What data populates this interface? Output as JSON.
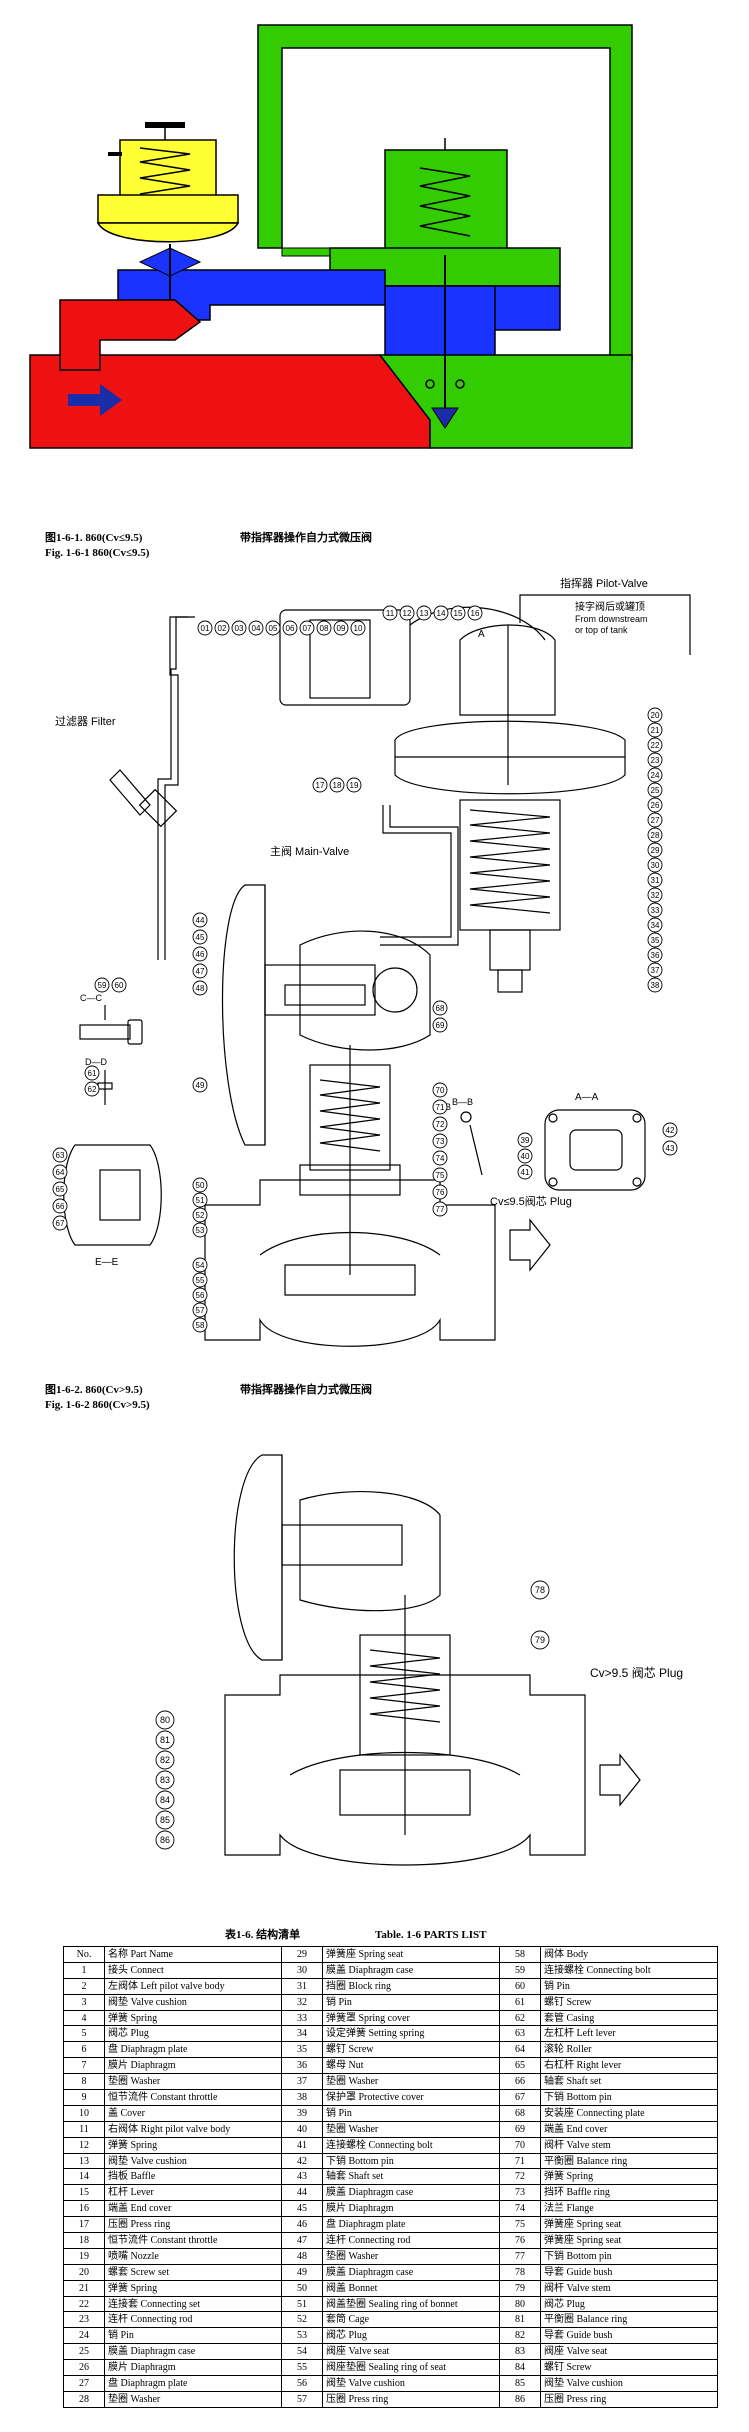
{
  "fig1": {
    "caption_cn": "图1-6-1.    860(Cv≤9.5)",
    "caption_en": "Fig. 1-6-1    860(Cv≤9.5)",
    "title_cn": "带指挥器操作自力式微压阀",
    "labels": {
      "pilot_valve": "指挥器 Pilot-Valve",
      "downstream_cn": "接字阀后或罐顶",
      "downstream_en1": "From downstream",
      "downstream_en2": "or top of tank",
      "filter": "过滤器 Filter",
      "main_valve": "主阀 Main-Valve",
      "plug": "Cv≤9.5阀芯 Plug",
      "section_aa": "A—A",
      "section_bb": "B—B",
      "section_cc": "C—C",
      "section_dd": "D—D",
      "section_ee": "E—E",
      "mark_a": "A",
      "mark_b": "B"
    },
    "callouts_top": [
      "01",
      "02",
      "03",
      "04",
      "05",
      "06",
      "07",
      "08",
      "09",
      "10",
      "11",
      "12",
      "13",
      "14",
      "15",
      "16"
    ],
    "callouts_right": [
      "20",
      "21",
      "22",
      "23",
      "24",
      "25",
      "26",
      "27",
      "28",
      "29",
      "30",
      "31",
      "32",
      "33",
      "34",
      "35",
      "36",
      "37",
      "38"
    ],
    "callouts_bottom": [
      "17",
      "18",
      "19"
    ],
    "callouts_left_main": [
      "44",
      "45",
      "46",
      "47",
      "48",
      "49"
    ],
    "callouts_left_body": [
      "50",
      "51",
      "52",
      "53",
      "54",
      "55",
      "56",
      "57",
      "58"
    ],
    "callouts_cc": [
      "59",
      "60"
    ],
    "callouts_dd": [
      "61",
      "62"
    ],
    "callouts_ee": [
      "63",
      "64",
      "65",
      "66",
      "67"
    ],
    "callouts_center": [
      "68",
      "69",
      "70",
      "71",
      "72",
      "73",
      "74",
      "75",
      "76",
      "77"
    ],
    "callouts_bb": [
      "39",
      "40",
      "41"
    ],
    "callouts_aa": [
      "42",
      "43"
    ]
  },
  "fig2": {
    "caption_cn": "图1-6-2.    860(Cv>9.5)",
    "caption_en": "Fig. 1-6-2    860(Cv>9.5)",
    "title_cn": "带指挥器操作自力式微压阀",
    "plug_label": "Cv>9.5 阀芯 Plug",
    "callouts_right": [
      "78",
      "79"
    ],
    "callouts_left": [
      "80",
      "81",
      "82",
      "83",
      "84",
      "85",
      "86"
    ]
  },
  "table": {
    "title_cn": "表1-6.  结构清单",
    "title_en": "Table. 1-6 PARTS LIST",
    "rows": [
      [
        [
          "No.",
          "名称 Part Name"
        ],
        [
          "29",
          "弹簧座 Spring seat"
        ],
        [
          "58",
          "阀体 Body"
        ]
      ],
      [
        [
          "1",
          "接头 Connect"
        ],
        [
          "30",
          "膜盖 Diaphragm case"
        ],
        [
          "59",
          "连接螺栓 Connecting bolt"
        ]
      ],
      [
        [
          "2",
          "左阀体 Left pilot valve body"
        ],
        [
          "31",
          "挡圈 Block ring"
        ],
        [
          "60",
          "销 Pin"
        ]
      ],
      [
        [
          "3",
          "阀垫 Valve cushion"
        ],
        [
          "32",
          "销 Pin"
        ],
        [
          "61",
          "螺钉 Screw"
        ]
      ],
      [
        [
          "4",
          "弹簧 Spring"
        ],
        [
          "33",
          "弹簧罩 Spring cover"
        ],
        [
          "62",
          "套管 Casing"
        ]
      ],
      [
        [
          "5",
          "阀芯 Plug"
        ],
        [
          "34",
          "设定弹簧 Setting spring"
        ],
        [
          "63",
          "左杠杆 Left lever"
        ]
      ],
      [
        [
          "6",
          "盘 Diaphragm plate"
        ],
        [
          "35",
          "螺钉 Screw"
        ],
        [
          "64",
          "滚轮 Roller"
        ]
      ],
      [
        [
          "7",
          "膜片 Diaphragm"
        ],
        [
          "36",
          "螺母 Nut"
        ],
        [
          "65",
          "右杠杆 Right lever"
        ]
      ],
      [
        [
          "8",
          "垫圈 Washer"
        ],
        [
          "37",
          "垫圈 Washer"
        ],
        [
          "66",
          "轴套 Shaft set"
        ]
      ],
      [
        [
          "9",
          "恒节流件 Constant throttle"
        ],
        [
          "38",
          "保护罩 Protective cover"
        ],
        [
          "67",
          "下销 Bottom pin"
        ]
      ],
      [
        [
          "10",
          "盖 Cover"
        ],
        [
          "39",
          "销 Pin"
        ],
        [
          "68",
          "安装座 Connecting plate"
        ]
      ],
      [
        [
          "11",
          "右阀体 Right pilot valve body"
        ],
        [
          "40",
          "垫圈 Washer"
        ],
        [
          "69",
          "端盖 End cover"
        ]
      ],
      [
        [
          "12",
          "弹簧 Spring"
        ],
        [
          "41",
          "连接螺栓 Connecting bolt"
        ],
        [
          "70",
          "阀杆 Valve stem"
        ]
      ],
      [
        [
          "13",
          "阀垫 Valve cushion"
        ],
        [
          "42",
          "下销 Bottom pin"
        ],
        [
          "71",
          "平衡圈 Balance ring"
        ]
      ],
      [
        [
          "14",
          "挡板 Baffle"
        ],
        [
          "43",
          "轴套 Shaft set"
        ],
        [
          "72",
          "弹簧 Spring"
        ]
      ],
      [
        [
          "15",
          "杠杆 Lever"
        ],
        [
          "44",
          "膜盖 Diaphragm case"
        ],
        [
          "73",
          "挡环 Baffle ring"
        ]
      ],
      [
        [
          "16",
          "端盖 End cover"
        ],
        [
          "45",
          "膜片 Diaphragm"
        ],
        [
          "74",
          "法兰 Flange"
        ]
      ],
      [
        [
          "17",
          "压圈 Press ring"
        ],
        [
          "46",
          "盘 Diaphragm plate"
        ],
        [
          "75",
          "弹簧座 Spring seat"
        ]
      ],
      [
        [
          "18",
          "恒节流件 Constant throttle"
        ],
        [
          "47",
          "连杆 Connecting rod"
        ],
        [
          "76",
          "弹簧座 Spring seat"
        ]
      ],
      [
        [
          "19",
          "喷嘴 Nozzle"
        ],
        [
          "48",
          "垫圈 Washer"
        ],
        [
          "77",
          "下销 Bottom pin"
        ]
      ],
      [
        [
          "20",
          "螺套 Screw set"
        ],
        [
          "49",
          "膜盖 Diaphragm case"
        ],
        [
          "78",
          "导套 Guide bush"
        ]
      ],
      [
        [
          "21",
          "弹簧 Spring"
        ],
        [
          "50",
          "阀盖 Bonnet"
        ],
        [
          "79",
          "阀杆 Valve stem"
        ]
      ],
      [
        [
          "22",
          "连接套 Connecting set"
        ],
        [
          "51",
          "阀盖垫圈 Sealing ring of bonnet"
        ],
        [
          "80",
          "阀芯 Plug"
        ]
      ],
      [
        [
          "23",
          "连杆 Connecting rod"
        ],
        [
          "52",
          "套筒 Cage"
        ],
        [
          "81",
          "平衡圈 Balance ring"
        ]
      ],
      [
        [
          "24",
          "销 Pin"
        ],
        [
          "53",
          "阀芯 Plug"
        ],
        [
          "82",
          "导套 Guide bush"
        ]
      ],
      [
        [
          "25",
          "膜盖 Diaphragm case"
        ],
        [
          "54",
          "阀座 Valve seat"
        ],
        [
          "83",
          "阀座 Valve seat"
        ]
      ],
      [
        [
          "26",
          "膜片 Diaphragm"
        ],
        [
          "55",
          "阀座垫圈 Sealing ring of seat"
        ],
        [
          "84",
          "螺钉 Screw"
        ]
      ],
      [
        [
          "27",
          "盘 Diaphragm plate"
        ],
        [
          "56",
          "阀垫 Valve cushion"
        ],
        [
          "85",
          "阀垫 Valve cushion"
        ]
      ],
      [
        [
          "28",
          "垫圈 Washer"
        ],
        [
          "57",
          "压圈 Press ring"
        ],
        [
          "86",
          "压圈 Press ring"
        ]
      ]
    ]
  },
  "colors": {
    "yellow": "#ffff33",
    "green": "#33cc00",
    "blue": "#1a33ff",
    "red": "#ee1111",
    "arrow": "#1a2ca8"
  }
}
